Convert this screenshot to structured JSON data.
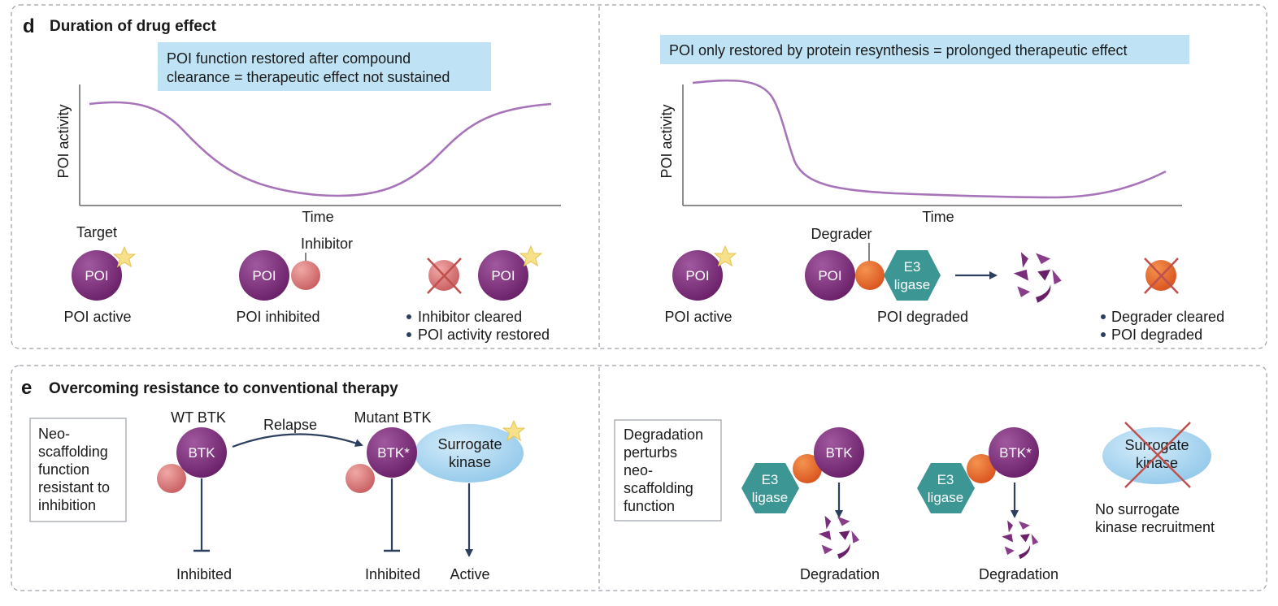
{
  "panel_d": {
    "letter": "d",
    "title": "Duration of drug effect",
    "left": {
      "banner": [
        "POI function restored after compound",
        "clearance = therapeutic effect not sustained"
      ],
      "ylabel": "POI activity",
      "xlabel": "Time",
      "target_label": "Target",
      "inhibitor_label": "Inhibitor",
      "poi_text": "POI",
      "caption_active": "POI active",
      "caption_inhibited": "POI inhibited",
      "bullets": [
        "Inhibitor cleared",
        "POI activity restored"
      ]
    },
    "right": {
      "banner": "POI only restored by protein resynthesis = prolonged therapeutic effect",
      "ylabel": "POI activity",
      "xlabel": "Time",
      "degrader_label": "Degrader",
      "poi_text": "POI",
      "e3_text": [
        "E3",
        "ligase"
      ],
      "caption_active": "POI active",
      "caption_degraded": "POI degraded",
      "bullets": [
        "Degrader cleared",
        "POI degraded"
      ]
    }
  },
  "panel_e": {
    "letter": "e",
    "title": "Overcoming resistance to conventional therapy",
    "left": {
      "box_text": [
        "Neo-",
        "scaffolding",
        "function",
        "resistant to",
        "inhibition"
      ],
      "wt_label": "WT BTK",
      "relapse_label": "Relapse",
      "mutant_label": "Mutant BTK",
      "btk_text": "BTK",
      "btk_mut_text": "BTK*",
      "surrogate_text": [
        "Surrogate",
        "kinase"
      ],
      "inhibited_1": "Inhibited",
      "inhibited_2": "Inhibited",
      "active": "Active"
    },
    "right": {
      "box_text": [
        "Degradation",
        "perturbs",
        "neo-",
        "scaffolding",
        "function"
      ],
      "e3_text": [
        "E3",
        "ligase"
      ],
      "btk_text": "BTK",
      "btk_mut_text": "BTK*",
      "surrogate_text": [
        "Surrogate",
        "kinase"
      ],
      "degradation_1": "Degradation",
      "degradation_2": "Degradation",
      "no_recruit": [
        "No surrogate",
        "kinase recruitment"
      ]
    }
  },
  "colors": {
    "purple": "#7a2d7a",
    "curve": "#a774b9",
    "banner": "#bfe3f5",
    "pink": "#cf6b6d",
    "orange": "#e5622a",
    "teal": "#3c9694",
    "light_blue": "#aed8f2",
    "navy": "#2d3f5f",
    "cross": "#c0504d",
    "star": "#f7e08a"
  }
}
